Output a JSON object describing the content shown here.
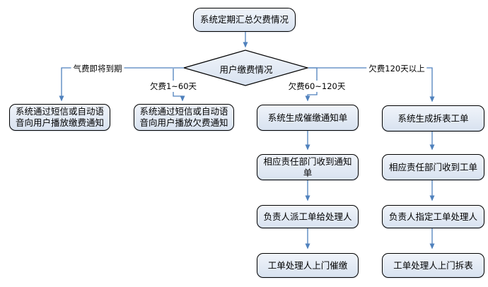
{
  "diagram": {
    "start": "系统定期汇总欠费情况",
    "decision": "用户缴费情况",
    "branches": [
      {
        "condition": "气费即将到期",
        "steps": [
          "系统通过短信或自动语音向用户播放缴费通知"
        ]
      },
      {
        "condition": "欠费1~60天",
        "steps": [
          "系统通过短信或自动语音向用户播放欠费通知"
        ]
      },
      {
        "condition": "欠费60~120天",
        "steps": [
          "系统生成催缴通知单",
          "相应责任部门收到通知单",
          "负责人派工单给处理人",
          "工单处理人上门催缴"
        ]
      },
      {
        "condition": "欠费120天以上",
        "steps": [
          "系统生成拆表工单",
          "相应责任部门收到工单",
          "负责人指定工单处理人",
          "工单处理人上门拆表"
        ]
      }
    ],
    "colors": {
      "connector": "#4f81bd",
      "node_fill": "#dbe5f1",
      "node_border": "#000000",
      "text": "#000000"
    }
  }
}
